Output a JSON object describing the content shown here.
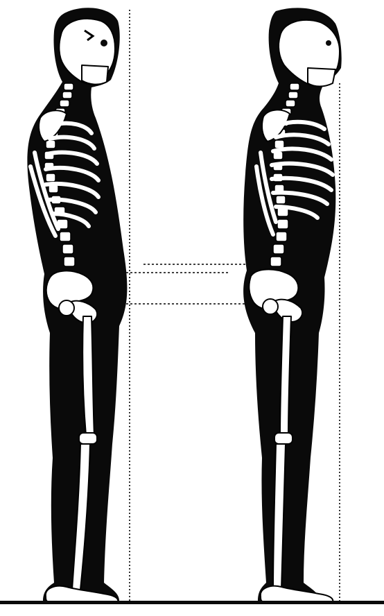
{
  "illustration": {
    "figures": [
      {
        "id": "left",
        "posture": "slouched",
        "icon": "skeleton-figure"
      },
      {
        "id": "right",
        "posture": "upright",
        "icon": "skeleton-figure"
      }
    ],
    "guides": {
      "plumb_lines": 2,
      "connectors": 3,
      "style": "dotted"
    },
    "colors": {
      "ink": "#0a0a0a",
      "paper": "#ffffff"
    }
  }
}
